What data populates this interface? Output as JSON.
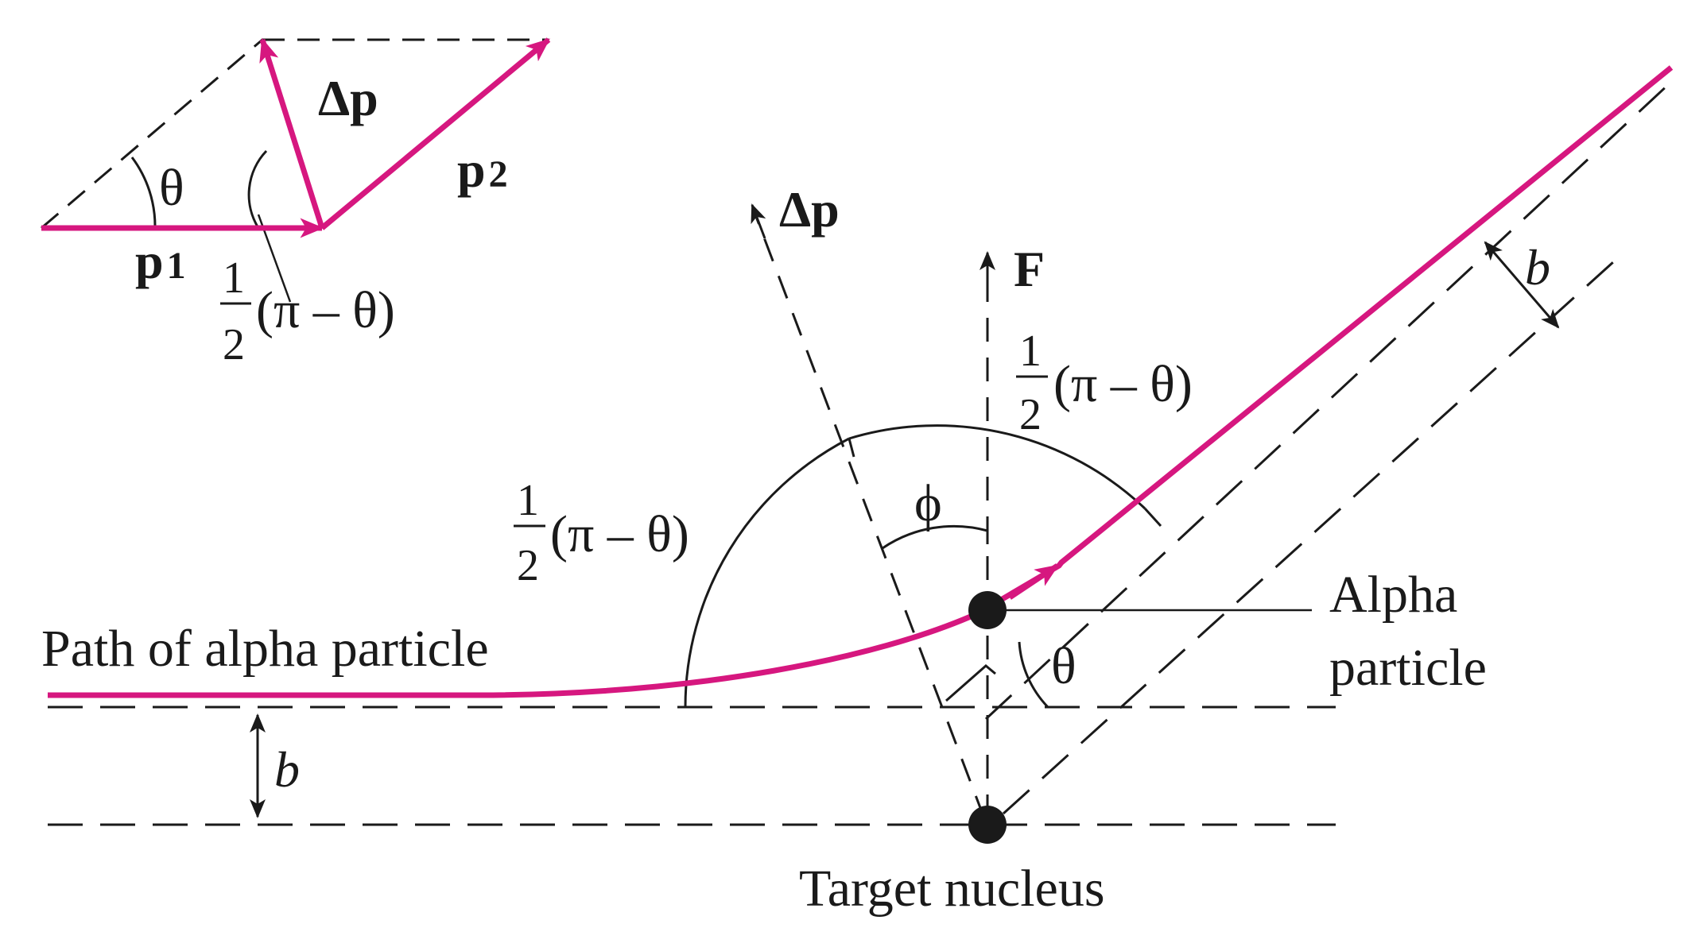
{
  "colors": {
    "path": "#d6177f",
    "ink": "#1a1a1a"
  },
  "labels": {
    "path_of_alpha": "Path of alpha particle",
    "alpha_line1": "Alpha",
    "alpha_line2": "particle",
    "target_nucleus": "Target nucleus",
    "theta": "θ",
    "phi": "ϕ",
    "F": "F",
    "delta_p": "Δp",
    "p1": "p",
    "p1_sub": "1",
    "p2": "p",
    "p2_sub": "2",
    "b": "b",
    "half_num": "1",
    "half_den": "2",
    "pi_minus_theta": "(π – θ)"
  }
}
